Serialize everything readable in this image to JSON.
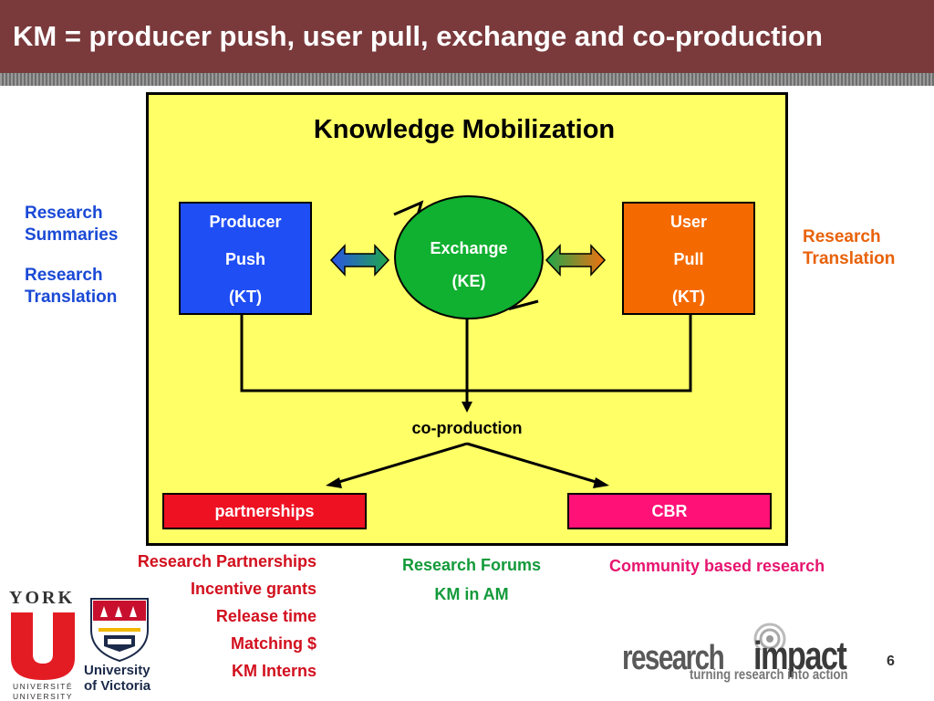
{
  "slide": {
    "title": "KM = producer push, user pull, exchange and co-production",
    "page_number": "6"
  },
  "diagram": {
    "title": "Knowledge Mobilization",
    "producer": {
      "lines": [
        "Producer",
        "Push",
        "(KT)"
      ]
    },
    "exchange": {
      "lines": [
        "Exchange",
        "(KE)"
      ]
    },
    "user": {
      "lines": [
        "User",
        "Pull",
        "(KT)"
      ]
    },
    "co_production": "co-production",
    "partnerships": "partnerships",
    "cbr": "CBR"
  },
  "left_labels": {
    "summaries": [
      "Research",
      "Summaries"
    ],
    "translation": [
      "Research",
      "Translation"
    ]
  },
  "right_labels": {
    "translation": [
      "Research",
      "Translation"
    ]
  },
  "lists": {
    "partnerships_items": [
      "Research Partnerships",
      "Incentive grants",
      "Release time",
      "Matching $",
      "KM Interns"
    ],
    "exchange_items": [
      "Research Forums",
      "KM in AM"
    ],
    "cbr_items": [
      "Community based research"
    ]
  },
  "logos": {
    "york": {
      "top": "YORK",
      "bottom1": "UNIVERSITÉ",
      "bottom2": "UNIVERSITY"
    },
    "uvic": {
      "line1": "University",
      "line2": "of Victoria"
    },
    "research_impact": {
      "word1": "research",
      "word2": "impact",
      "tagline": "turning research into action"
    }
  },
  "colors": {
    "title_bar": "#7a3a3c",
    "frame_fill": "#ffff66",
    "producer_fill": "#1f4ef5",
    "user_fill": "#f56a00",
    "exchange_fill": "#10b030",
    "partnerships_fill": "#ee1122",
    "cbr_fill": "#ff1177"
  }
}
